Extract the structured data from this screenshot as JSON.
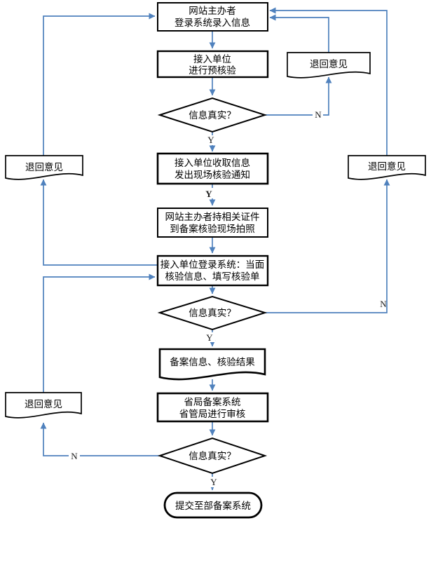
{
  "diagram": {
    "type": "flowchart",
    "language": "zh-CN",
    "nodes": {
      "owner_entry": {
        "shape": "process",
        "line1": "网站主办者",
        "line2": "登录系统录入信息"
      },
      "access_precheck": {
        "shape": "process",
        "line1": "接入单位",
        "line2": "进行预核验"
      },
      "decision1": {
        "shape": "decision",
        "label": "信息真实？"
      },
      "access_notice": {
        "shape": "process",
        "line1": "接入单位收取信息",
        "line2": "发出现场核验通知"
      },
      "owner_photo": {
        "shape": "process",
        "line1": "网站主办者持相关证件",
        "line2": "到备案核验现场拍照"
      },
      "access_verify": {
        "shape": "process",
        "line1": "接入单位登录系统：当面",
        "line2": "核验信息、填写核验单"
      },
      "decision2": {
        "shape": "decision",
        "label": "信息真实？"
      },
      "record_result": {
        "shape": "document",
        "label": "备案信息、核验结果"
      },
      "province_review": {
        "shape": "process",
        "line1": "省局备案系统",
        "line2": "省管局进行审核"
      },
      "decision3": {
        "shape": "decision",
        "label": "信息真实？"
      },
      "submit_ministry": {
        "shape": "terminator",
        "label": "提交至部备案系统"
      },
      "return_doc_left_top": {
        "shape": "document",
        "label": "退回意见"
      },
      "return_doc_left_bottom": {
        "shape": "document",
        "label": "退回意见"
      },
      "return_doc_top_right": {
        "shape": "document",
        "label": "退回意见"
      },
      "return_doc_right": {
        "shape": "document",
        "label": "退回意见"
      }
    },
    "edge_labels": {
      "d1_yes": "Y",
      "d1_no": "N",
      "mid_yes": "Y",
      "d2_yes": "Y",
      "d2_no": "N",
      "d3_yes": "Y",
      "d3_no": "N"
    },
    "colors": {
      "connector": "#4f81bd",
      "shape_border": "#000000",
      "text": "#000000",
      "background": "#ffffff"
    }
  }
}
